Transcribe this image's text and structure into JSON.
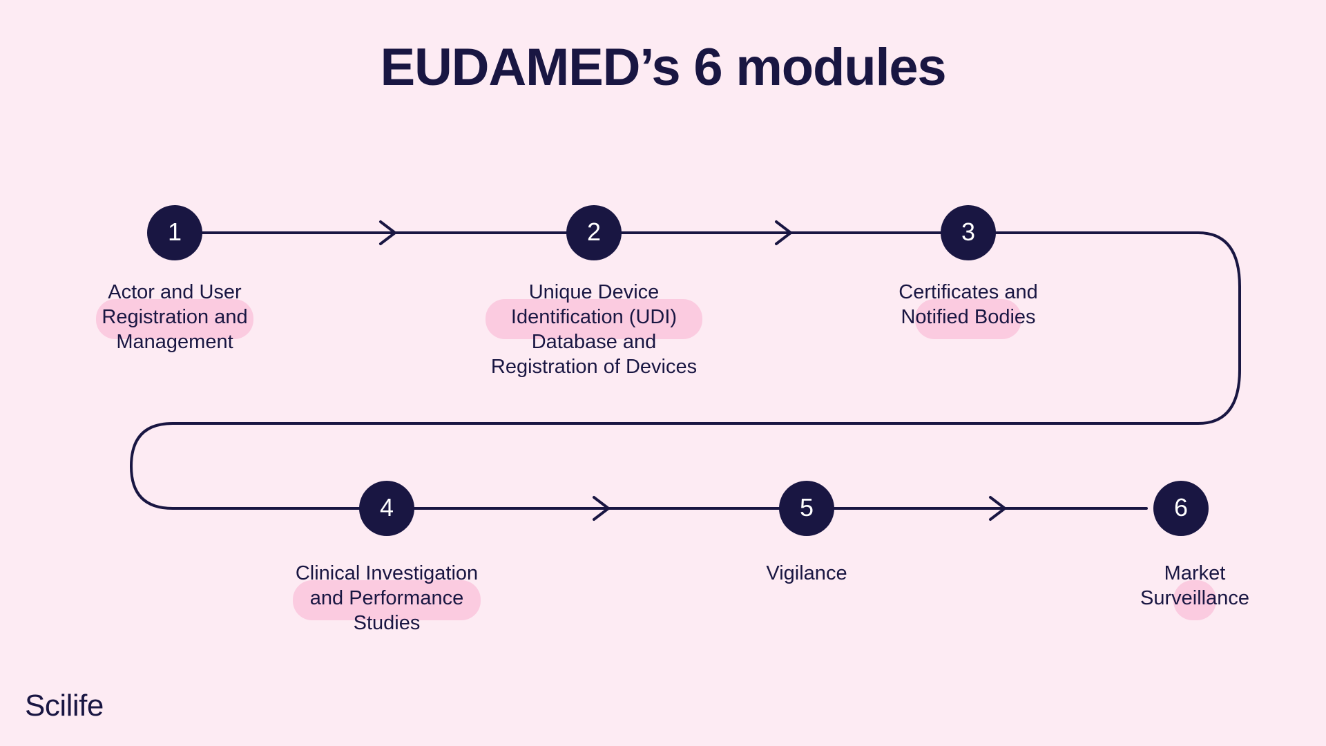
{
  "page": {
    "title": "EUDAMED’s 6 modules",
    "brand": "Scilife",
    "background_color": "#FDEBF3",
    "accent_dark": "#191642",
    "accent_pink": "#FBCBE0"
  },
  "diagram_data": {
    "type": "flow",
    "direction": "snake-left-to-right-then-wrap",
    "node_count": 6,
    "nodes": [
      {
        "number": "1",
        "label_lines": [
          "Actor and User",
          "Registration and",
          "Management"
        ],
        "row": 1
      },
      {
        "number": "2",
        "label_lines": [
          "Unique Device",
          "Identification (UDI)",
          "Database and",
          "Registration of Devices"
        ],
        "row": 1
      },
      {
        "number": "3",
        "label_lines": [
          "Certificates and",
          "Notified Bodies"
        ],
        "row": 1
      },
      {
        "number": "4",
        "label_lines": [
          "Clinical Investigation",
          "and Performance",
          "Studies"
        ],
        "row": 2
      },
      {
        "number": "5",
        "label_lines": [
          "Vigilance"
        ],
        "row": 2
      },
      {
        "number": "6",
        "label_lines": [
          "Market",
          "Surveillance"
        ],
        "row": 2
      }
    ],
    "arrow_count": 4
  }
}
